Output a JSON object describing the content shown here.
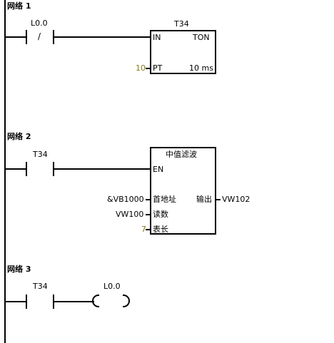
{
  "networks": [
    {
      "title": "网络 1",
      "contact": {
        "address": "L0.0",
        "symbol": "/"
      },
      "block": {
        "name": "T34",
        "in_label": "IN",
        "type_label": "TON",
        "pt_value": "10",
        "pt_label": "PT",
        "resolution": "10 ms"
      }
    },
    {
      "title": "网络 2",
      "contact": {
        "address": "T34"
      },
      "block": {
        "name": "中值滤波",
        "en_label": "EN",
        "inputs": [
          {
            "value": "&VB1000",
            "label": "首地址"
          },
          {
            "value": "VW100",
            "label": "读数"
          },
          {
            "value": "7",
            "label": "表长"
          }
        ],
        "output_label": "输出",
        "output_value": "VW102"
      }
    },
    {
      "title": "网络 3",
      "contact": {
        "address": "T34"
      },
      "coil": {
        "address": "L0.0"
      }
    }
  ],
  "colors": {
    "constant": "#8a7a1a",
    "wire": "#000000"
  }
}
